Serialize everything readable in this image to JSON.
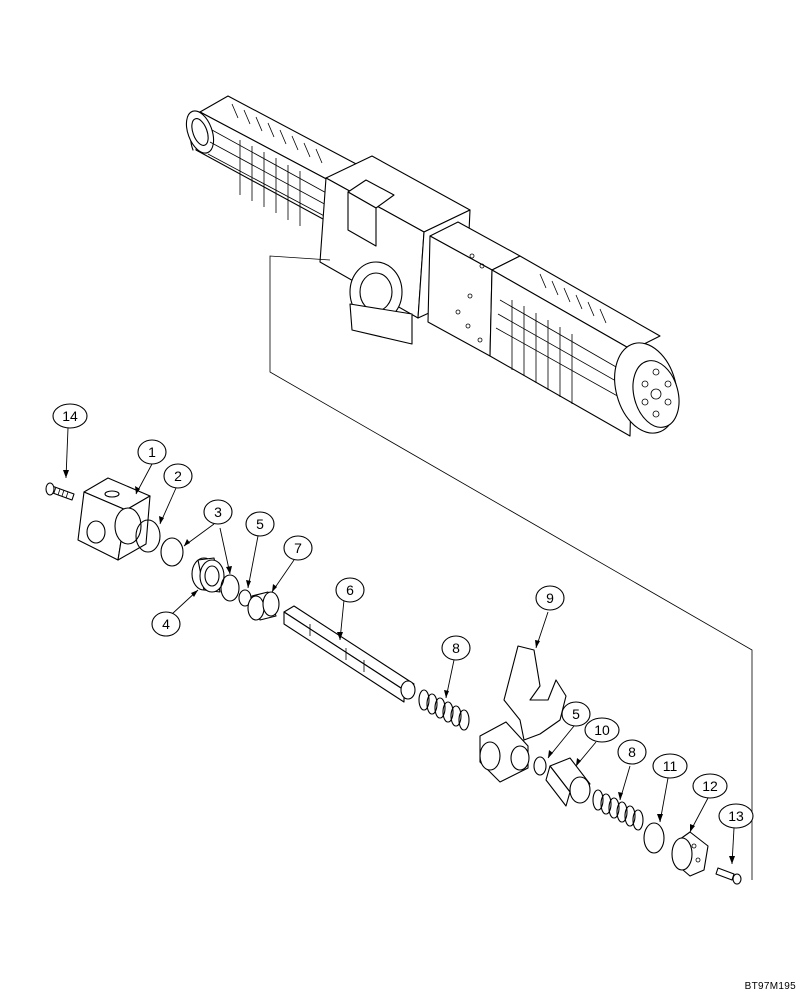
{
  "drawing_code": "BT97M195",
  "callouts": [
    "14",
    "1",
    "2",
    "3",
    "5",
    "7",
    "4",
    "6",
    "8",
    "9",
    "5",
    "10",
    "8",
    "11",
    "12",
    "13"
  ]
}
